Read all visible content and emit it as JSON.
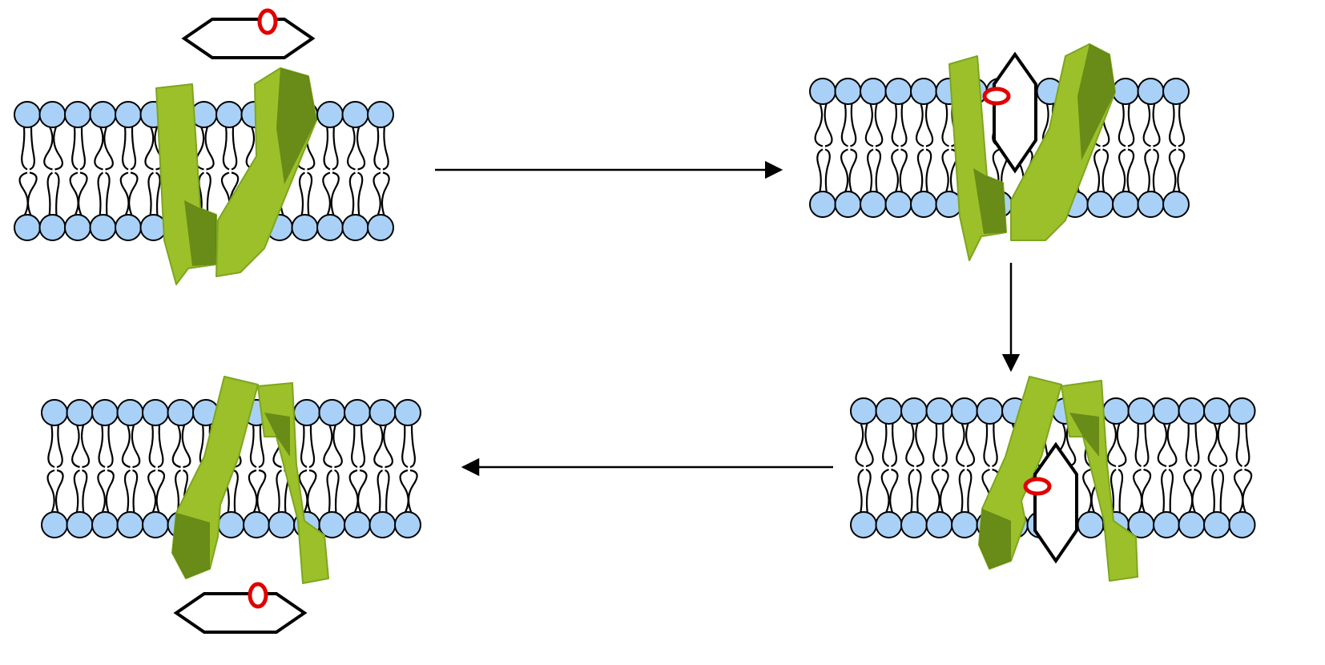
{
  "colors": {
    "lipid_head_fill": "#a9d1f7",
    "lipid_outline": "#000000",
    "protein_light": "#9bc02a",
    "protein_mid": "#7da61f",
    "protein_dark": "#587a12",
    "substrate_outline": "#000000",
    "substrate_marker": "#e00000",
    "arrow": "#000000",
    "background": "#ffffff"
  },
  "panels": [
    {
      "id": "panel-1",
      "transporter_state": "outward-open",
      "substrate_location": "above-membrane"
    },
    {
      "id": "panel-2",
      "transporter_state": "outward-open",
      "substrate_location": "bound-in-channel"
    },
    {
      "id": "panel-3",
      "transporter_state": "inward-open",
      "substrate_location": "bound-in-channel"
    },
    {
      "id": "panel-4",
      "transporter_state": "inward-open",
      "substrate_location": "below-membrane"
    }
  ],
  "arrows": [
    {
      "from": "panel-1",
      "to": "panel-2",
      "direction": "right"
    },
    {
      "from": "panel-2",
      "to": "panel-3",
      "direction": "down"
    },
    {
      "from": "panel-3",
      "to": "panel-4",
      "direction": "left"
    }
  ],
  "icons": [
    "lipid-bilayer",
    "transporter-protein",
    "substrate-hexagon",
    "oxygen-marker",
    "arrow"
  ]
}
